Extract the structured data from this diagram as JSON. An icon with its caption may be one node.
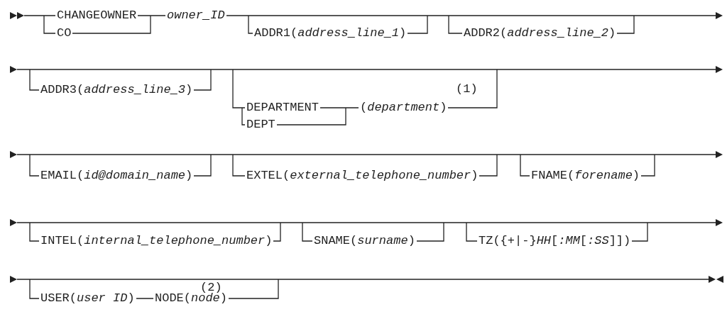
{
  "diagram": {
    "labels": [
      "CHANGEOWNER",
      "CO",
      "owner_ID",
      "ADDR1(*address_line_1*)",
      "ADDR2(*address_line_2*)",
      "ADDR3(*address_line_3*)",
      "(1)",
      "DEPARTMENT",
      "(*department*)",
      "DEPT",
      "EMAIL(*id@domain_name*)",
      "EXTEL(*external_telephone_number*)",
      "FNAME(*forename*)",
      "INTEL(*internal_telephone_number*)",
      "SNAME(*surname*)",
      "TZ({+|-}*HH*[*:MM*[*:SS*]])",
      "(2)",
      "USER(*user ID*)",
      "NODE(*node*)"
    ]
  }
}
